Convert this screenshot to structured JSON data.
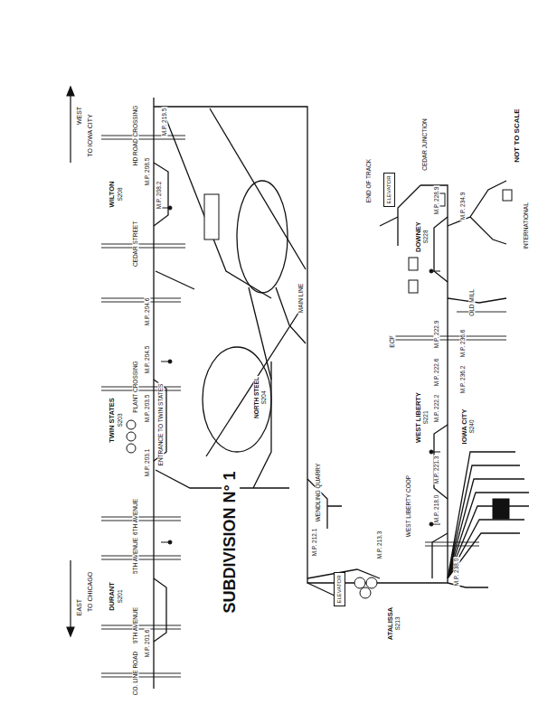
{
  "diagram": {
    "title": "SUBDIVISION N° 1",
    "nodes": [
      {
        "text": [
          "ELEVATOR"
        ]
      },
      {
        "text": [
          "ELEVATOR"
        ]
      }
    ],
    "labels": [
      "WEST",
      "TO IOWA CITY",
      "HD ROAD CROSSING",
      "M.P. 219.5",
      "M.P. 208.5",
      "M.P. 208.2",
      "WILTON",
      "S208",
      "CEDAR STREET",
      "M.P. 204.6",
      "M.P. 204.5",
      "PLANT CROSSING",
      "TWIN STATES",
      "S203",
      "M.P. 203.5",
      "ENTRANCE TO TWIN STATES",
      "M.P. 203.1",
      "6TH AVENUE",
      "5TH AVENUE",
      "DURANT",
      "S201",
      "9TH AVENUE",
      "M.P. 201.6",
      "CO. LINE ROAD",
      "EAST",
      "TO CHICAGO",
      "NORTH STEEL",
      "S204",
      "MAIN LINE",
      "WENDLING QUARRY",
      "M.P. 212.1",
      "M.P. 213.3",
      "ATALISSA",
      "S213",
      "WEST LIBERTY COOP",
      "M.P. 218.0",
      "M.P. 221.3",
      "WEST LIBERTY",
      "S221",
      "M.P. 222.2",
      "M.P. 222.6",
      "M.P. 222.9",
      "ECP",
      "DOWNEY",
      "S228",
      "M.P. 228.9",
      "END OF TRACK",
      "CEDAR JUNCTION",
      "M.P. 234.9",
      "OLD MILL",
      "M.P. 236.6",
      "M.P. 236.2",
      "IOWA CITY",
      "S240",
      "M.P. 238.0",
      "INTERNATIONAL",
      "NOT TO SCALE"
    ]
  }
}
